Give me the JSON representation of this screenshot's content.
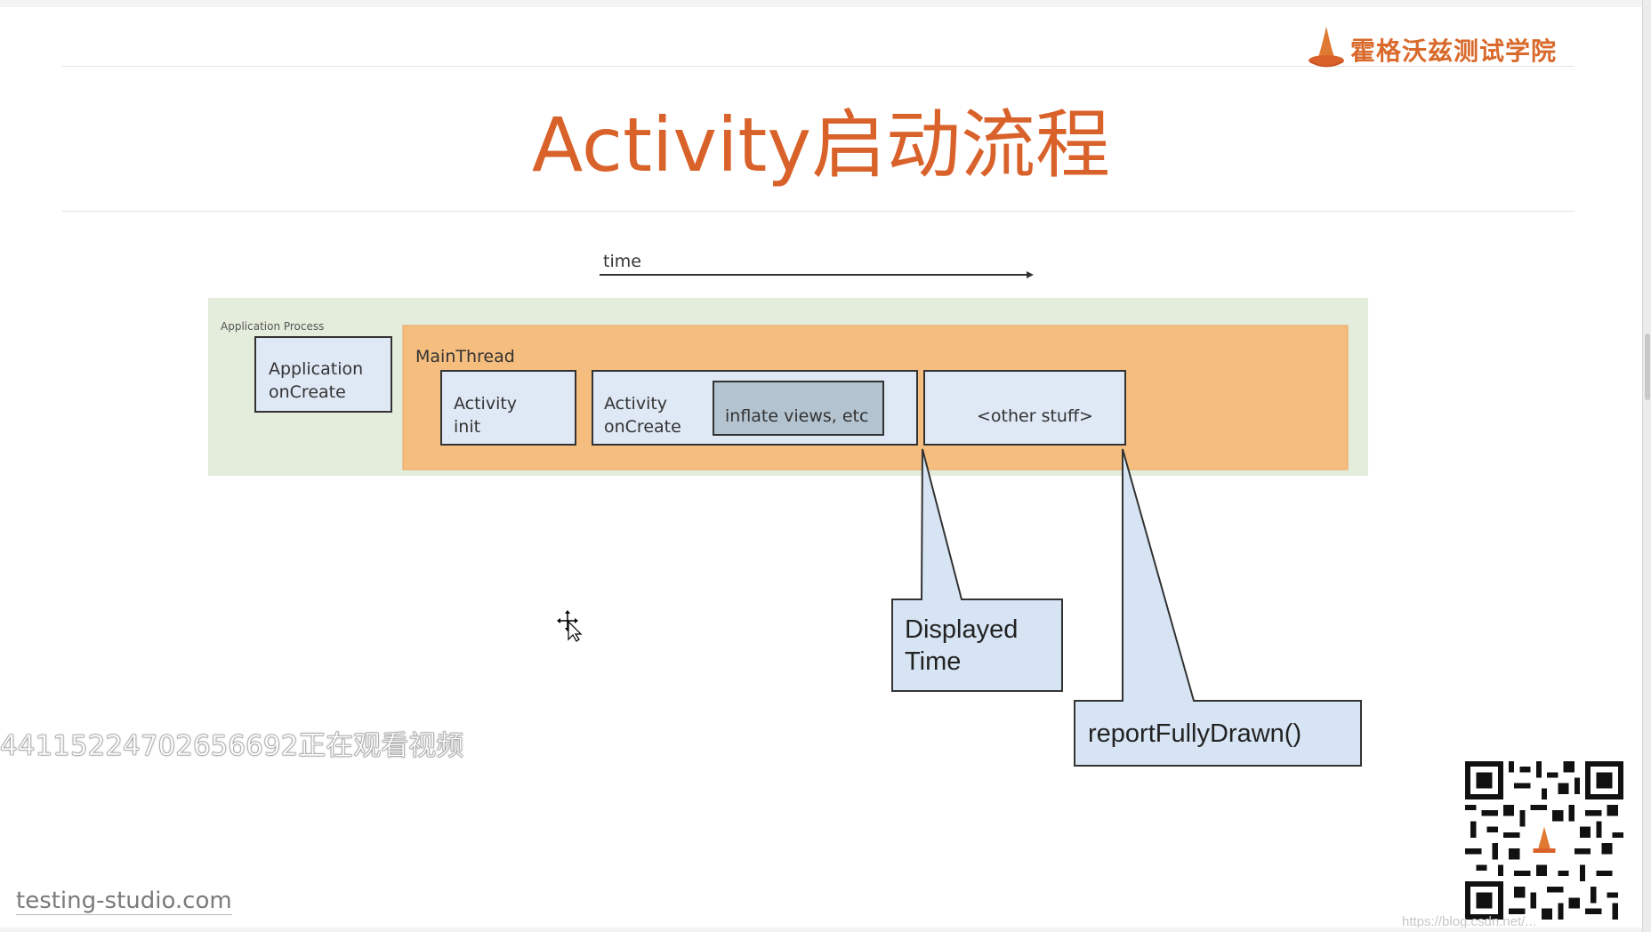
{
  "brand": {
    "name": "霍格沃兹测试学院"
  },
  "slide": {
    "title": "Activity启动流程"
  },
  "diagram": {
    "time_label": "time",
    "process_label": "Application Process",
    "app_oncreate": {
      "line1": "Application",
      "line2": "onCreate"
    },
    "main_thread_label": "MainThread",
    "activity_init": {
      "line1": "Activity",
      "line2": "init"
    },
    "activity_oncreate": {
      "line1": "Activity",
      "line2": "onCreate"
    },
    "inflate_views": "inflate views, etc",
    "other_stuff": "<other stuff>",
    "displayed_time": {
      "line1": "Displayed",
      "line2": "Time"
    },
    "report_fully_drawn": "reportFullyDrawn()"
  },
  "overlay": {
    "viewer_notice": "441152247026566​92正在观看视频"
  },
  "footer": {
    "site": "testing-studio.com",
    "csdn_watermark": "https://blog.csdn.net/..."
  },
  "colors": {
    "accent": "#d9622b",
    "process_bg": "#e4ecdc",
    "thread_bg": "#f5be7e",
    "box_bg": "#dfe8f5",
    "inflate_bg": "#b3c3cf",
    "callout_bg": "#d7e4f4"
  },
  "icons": {
    "logo": "wizard-hat-icon",
    "cursor": "move-cursor-icon",
    "qr": "qr-code-icon"
  }
}
